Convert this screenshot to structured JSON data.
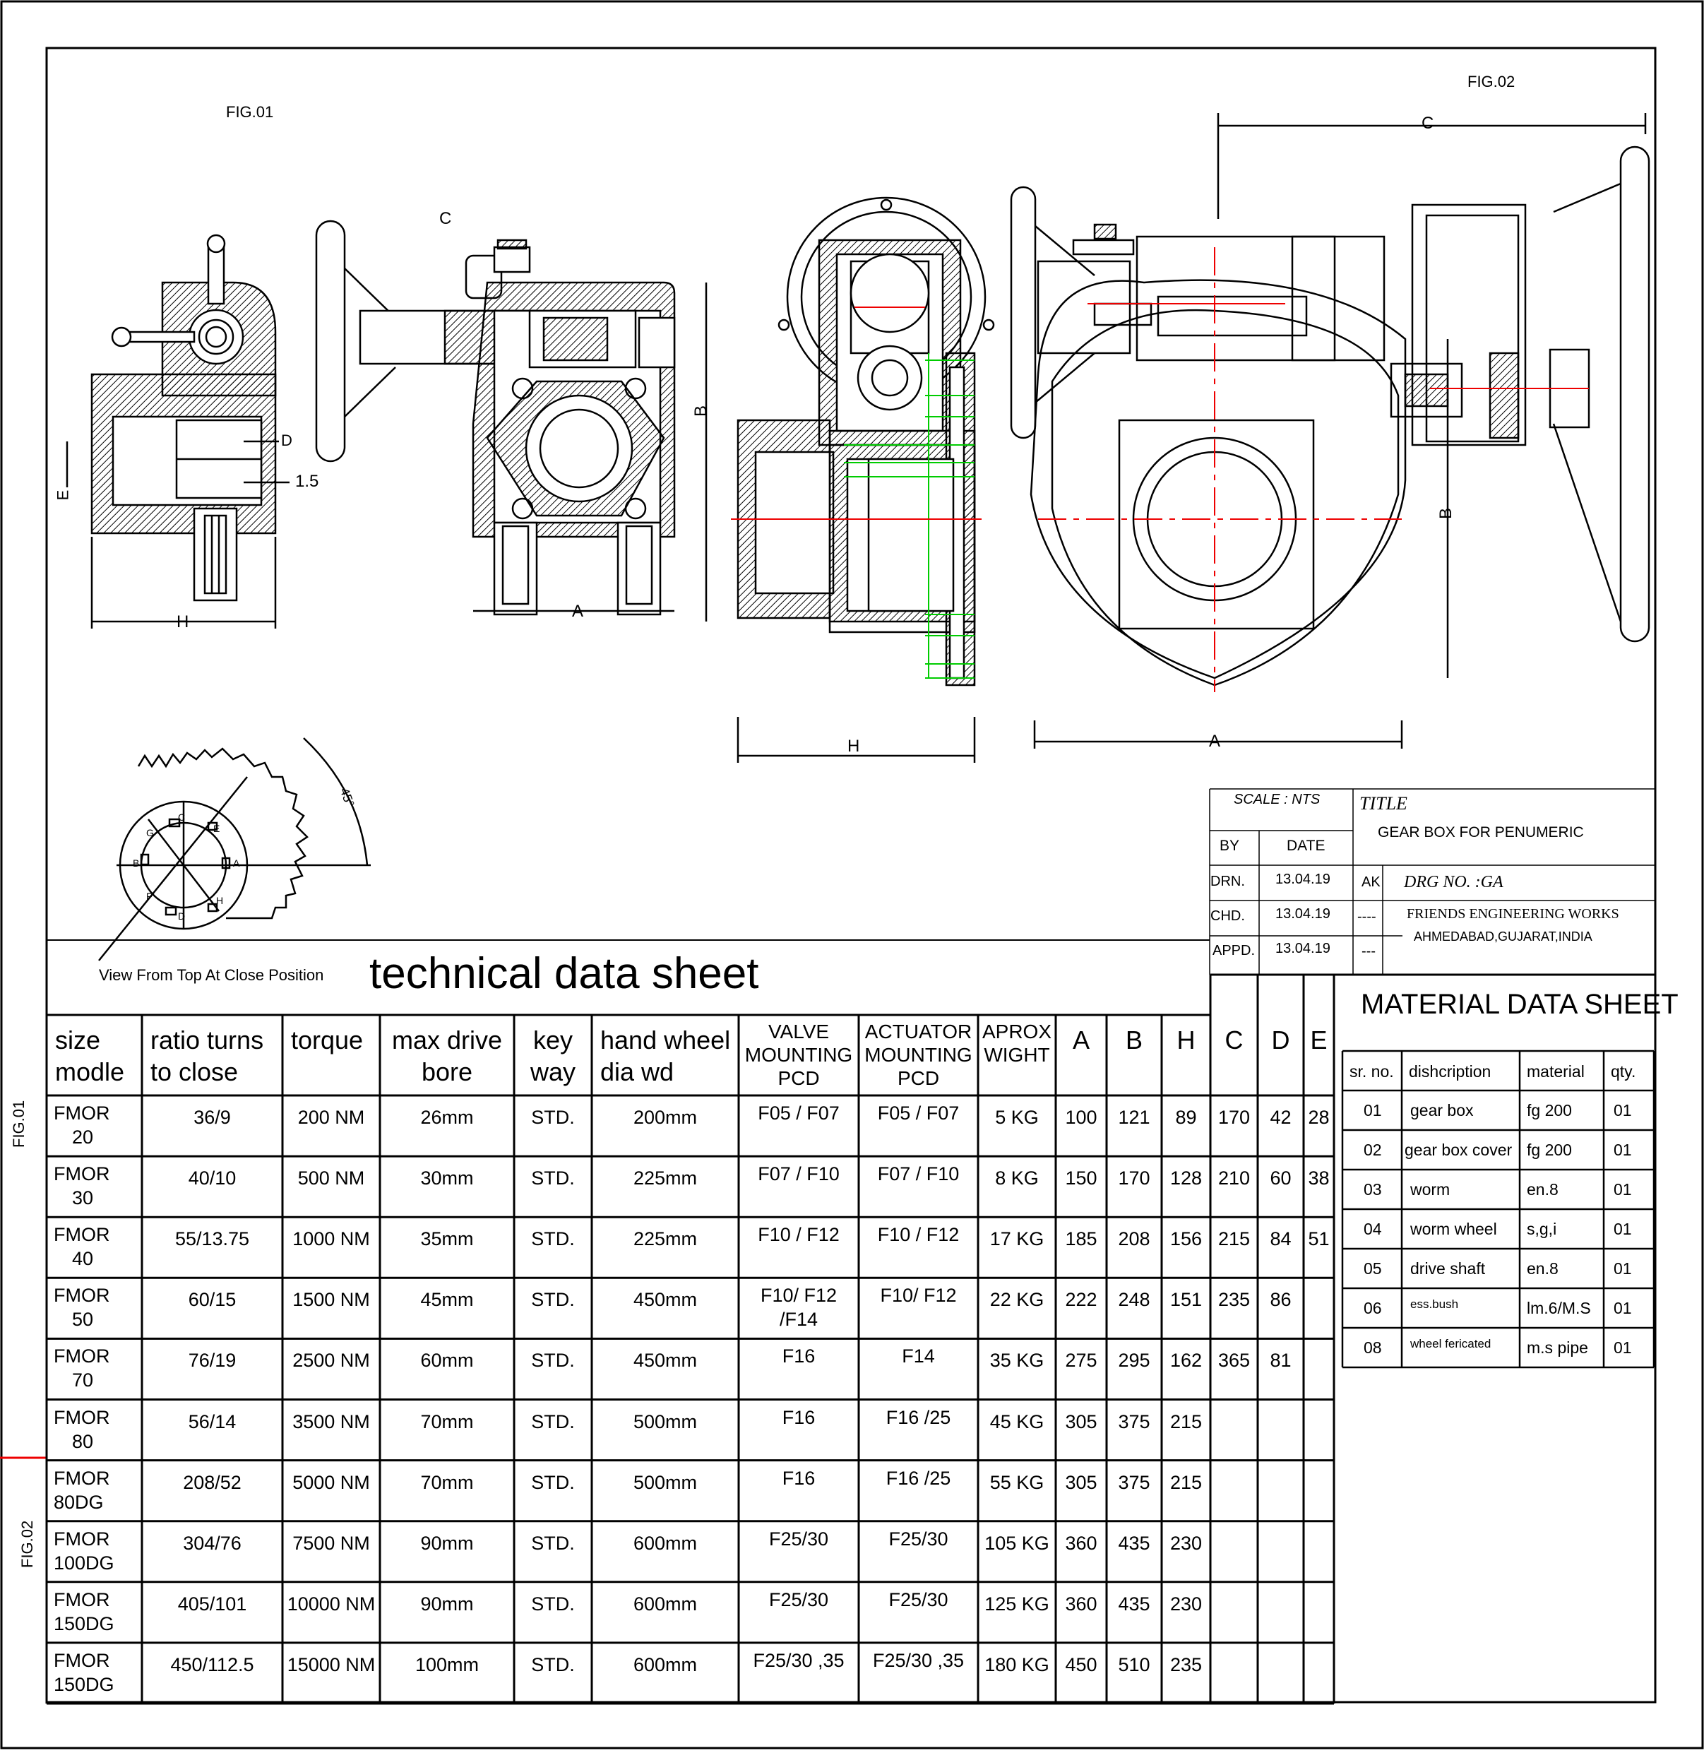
{
  "figure_labels": {
    "fig1": "FIG.01",
    "fig2": "FIG.02",
    "side_fig1": "FIG.01",
    "side_fig2": "FIG.02"
  },
  "dimension_labels": {
    "c_left": "C",
    "b_left": "B",
    "a_left": "A",
    "h_left": "H",
    "d_left": "D",
    "e_left": "E",
    "e_value": "1.5",
    "h_mid": "H",
    "c_right": "C",
    "b_right": "B",
    "a_right": "A"
  },
  "gear_view": {
    "angle": "45°",
    "caption": "View From Top At Close Position",
    "points": [
      "A",
      "B",
      "C",
      "D",
      "E",
      "F",
      "G",
      "H"
    ]
  },
  "title_block": {
    "scale": "SCALE : NTS",
    "title_label": "TITLE",
    "title": "GEAR BOX FOR PENUMERIC",
    "by": "BY",
    "date": "DATE",
    "drn": "DRN.",
    "chd": "CHD.",
    "appd": "APPD.",
    "drn_date": "13.04.19",
    "chd_date": "13.04.19",
    "appd_date": "13.04.19",
    "drn_by": "AK",
    "chd_by": "----",
    "appd_by": "---",
    "drg_no": "DRG NO. :GA",
    "company": "FRIENDS ENGINEERING WORKS",
    "address": "AHMEDABAD,GUJARAT,INDIA"
  },
  "technical_title": "technical data sheet",
  "technical_table": {
    "headers": [
      [
        "size",
        "modle"
      ],
      [
        "ratio turns",
        "to close"
      ],
      [
        "torque"
      ],
      [
        "max drive",
        "bore"
      ],
      [
        "key",
        "way"
      ],
      [
        "hand wheel",
        "dia wd"
      ],
      [
        "VALVE",
        "MOUNTING",
        "PCD"
      ],
      [
        "ACTUATOR",
        "MOUNTING",
        "PCD"
      ],
      [
        "APROX",
        "WIGHT"
      ],
      [
        "A"
      ],
      [
        "B"
      ],
      [
        "H"
      ],
      [
        "C"
      ],
      [
        "D"
      ],
      [
        "E"
      ]
    ],
    "rows": [
      [
        [
          "FMOR",
          "20"
        ],
        "36/9",
        "200 NM",
        "26mm",
        "STD.",
        "200mm",
        [
          "F05 /  F07"
        ],
        [
          "F05 /  F07"
        ],
        "5 KG",
        "100",
        "121",
        "89",
        "170",
        "42",
        "28"
      ],
      [
        [
          "FMOR",
          "30"
        ],
        "40/10",
        "500 NM",
        "30mm",
        "STD.",
        "225mm",
        [
          "F07 /  F10"
        ],
        [
          "F07 /  F10"
        ],
        "8 KG",
        "150",
        "170",
        "128",
        "210",
        "60",
        "38"
      ],
      [
        [
          "FMOR",
          "40"
        ],
        "55/13.75",
        "1000 NM",
        "35mm",
        "STD.",
        "225mm",
        [
          "F10 / F12"
        ],
        [
          "F10 / F12"
        ],
        "17 KG",
        "185",
        "208",
        "156",
        "215",
        "84",
        "51"
      ],
      [
        [
          "FMOR",
          "50"
        ],
        "60/15",
        "1500 NM",
        "45mm",
        "STD.",
        "450mm",
        [
          "F10/ F12",
          "/F14"
        ],
        [
          "F10/ F12"
        ],
        "22 KG",
        "222",
        "248",
        "151",
        "235",
        "86",
        ""
      ],
      [
        [
          "FMOR",
          "70"
        ],
        "76/19",
        "2500 NM",
        "60mm",
        "STD.",
        "450mm",
        [
          "F16"
        ],
        [
          "F14"
        ],
        "35 KG",
        "275",
        "295",
        "162",
        "365",
        "81",
        ""
      ],
      [
        [
          "FMOR",
          "80"
        ],
        "56/14",
        "3500 NM",
        "70mm",
        "STD.",
        "500mm",
        [
          "F16"
        ],
        [
          "F16 /25"
        ],
        "45 KG",
        "305",
        "375",
        "215",
        "",
        "",
        ""
      ],
      [
        [
          "FMOR",
          "80DG"
        ],
        "208/52",
        "5000 NM",
        "70mm",
        "STD.",
        "500mm",
        [
          "F16"
        ],
        [
          "F16 /25"
        ],
        "55 KG",
        "305",
        "375",
        "215",
        "",
        "",
        ""
      ],
      [
        [
          "FMOR",
          "100DG"
        ],
        "304/76",
        "7500 NM",
        "90mm",
        "STD.",
        "600mm",
        [
          "F25/30"
        ],
        [
          "F25/30"
        ],
        "105 KG",
        "360",
        "435",
        "230",
        "",
        "",
        ""
      ],
      [
        [
          "FMOR",
          "150DG"
        ],
        "405/101",
        "10000 NM",
        "90mm",
        "STD.",
        "600mm",
        [
          "F25/30"
        ],
        [
          "F25/30"
        ],
        "125 KG",
        "360",
        "435",
        "230",
        "",
        "",
        ""
      ],
      [
        [
          "FMOR",
          "150DG"
        ],
        "450/112.5",
        "15000 NM",
        "100mm",
        "STD.",
        "600mm",
        [
          "F25/30 ,35"
        ],
        [
          "F25/30 ,35"
        ],
        "180 KG",
        "450",
        "510",
        "235",
        "",
        "",
        ""
      ]
    ]
  },
  "material_title": "MATERIAL DATA SHEET",
  "material_table": {
    "headers": [
      "sr. no.",
      "dishcription",
      "material",
      "qty."
    ],
    "rows": [
      [
        "01",
        "gear box",
        "fg 200",
        "01"
      ],
      [
        "02",
        "gear box cover",
        "fg 200",
        "01"
      ],
      [
        "03",
        "worm",
        "en.8",
        "01"
      ],
      [
        "04",
        "worm wheel",
        "s,g,i",
        "01"
      ],
      [
        "05",
        "drive shaft",
        "en.8",
        "01"
      ],
      [
        "06",
        "ess.bush",
        "lm.6/M.S",
        "01"
      ],
      [
        "08",
        "wheel fericated",
        "m.s pipe",
        "01"
      ]
    ]
  },
  "colors": {
    "line": "#000000",
    "centerline": "#ff0000",
    "hidden": "#00cc00",
    "background": "#ffffff"
  }
}
